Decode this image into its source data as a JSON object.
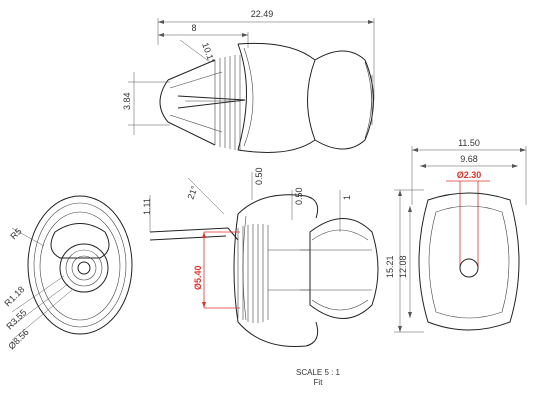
{
  "dimensions": {
    "top_overall_length": "22.49",
    "top_stem_length": "8",
    "top_angle": "10.1°",
    "top_height": "3.84",
    "front_width_outer": "11.50",
    "front_width_inner": "9.68",
    "front_hole_dia": "Ø2.30",
    "front_height_outer": "15.21",
    "front_height_inner": "12.08",
    "side_thickness_a": "0.50",
    "side_thickness_b": "0.50",
    "side_offset": "1.11",
    "side_small": "1",
    "side_angle": "21°",
    "side_bore_dia": "Ø5.40",
    "left_radius_1": "R1.18",
    "left_radius_2": "R3.55",
    "left_dia": "Ø8.56",
    "left_corner": "R5"
  },
  "colors": {
    "line": "#222222",
    "dimension": "#555555",
    "highlight": "#e0322c"
  },
  "caption": {
    "scale": "SCALE 5 : 1",
    "name": "Fit"
  }
}
